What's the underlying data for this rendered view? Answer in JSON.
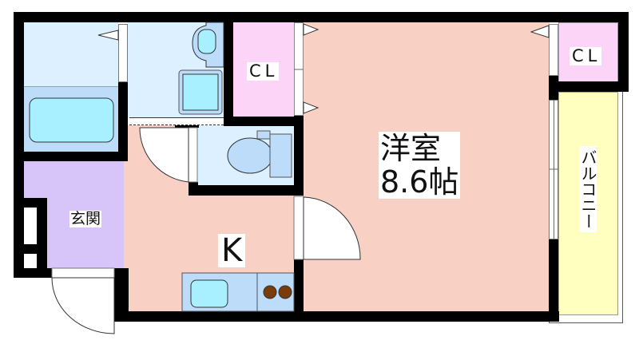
{
  "floorplan": {
    "colors": {
      "wall": "#000000",
      "main_room": "#f9d0c4",
      "kitchen": "#f9d0c4",
      "entry": "#d7c4f8",
      "closet": "#fcd4f8",
      "wet_area": "#dcf0ff",
      "fixture": "#bcdcfa",
      "fixture_inner": "#a8f0ff",
      "balcony": "#ffffc0",
      "stove_burner": "#7a3c0a"
    },
    "rooms": {
      "western_room": {
        "name": "洋室",
        "size": "8.6帖"
      },
      "kitchen": {
        "name": "K"
      },
      "entrance": {
        "name": "玄関"
      },
      "closet_1": {
        "name": "CL"
      },
      "closet_2": {
        "name": "CL"
      },
      "balcony": {
        "name": "バルコニー"
      },
      "bathroom": {
        "name": ""
      },
      "washroom": {
        "name": ""
      },
      "toilet": {
        "name": ""
      }
    }
  }
}
